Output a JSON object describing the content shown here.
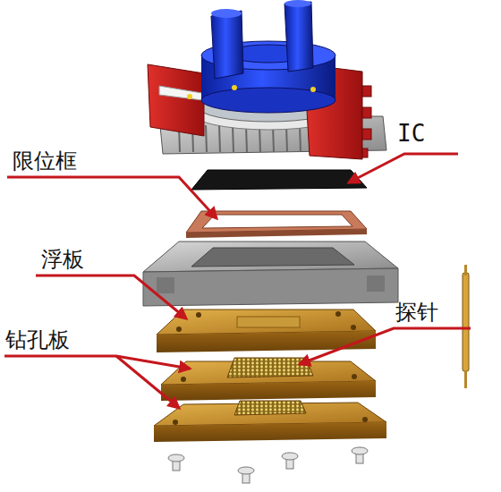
{
  "diagram": {
    "labels": [
      "IC",
      "限位框",
      "浮板",
      "探针",
      "钻孔板"
    ]
  }
}
